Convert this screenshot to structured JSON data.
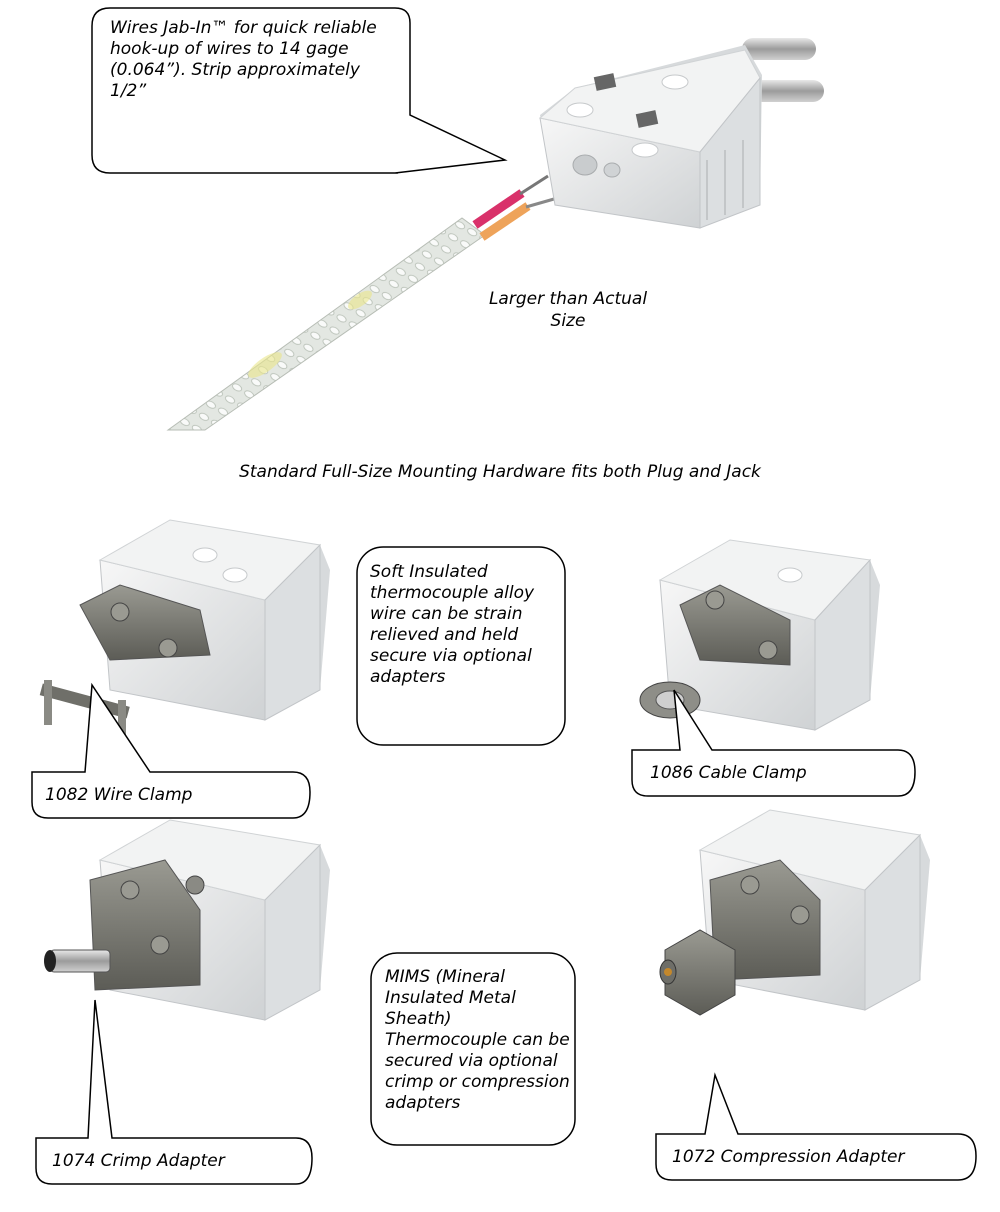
{
  "callouts": {
    "jab_in": "Wires Jab-In™ for quick reliable hook-up of wires to 14 gage (0.064”). Strip approximately 1/2”",
    "size_note": "Larger than Actual Size",
    "mounting": "Standard Full-Size Mounting Hardware fits both Plug and Jack",
    "soft_wire": "Soft Insulated thermocouple alloy wire can be strain relieved and held secure via optional adapters",
    "mims": "MIMS (Mineral Insulated Metal Sheath) Thermocouple can be secured via optional crimp or compression adapters"
  },
  "parts": {
    "wire_clamp": "1082 Wire Clamp",
    "cable_clamp": "1086 Cable Clamp",
    "crimp_adapter": "1074 Crimp Adapter",
    "compression_adapter": "1072 Compression Adapter"
  },
  "colors": {
    "connector_body": "#e9eaeb",
    "metal_hardware": "#7b7b74",
    "cable_braid": "#e3e7e2",
    "wire_red": "#d9316a",
    "wire_orange": "#eea35a"
  }
}
